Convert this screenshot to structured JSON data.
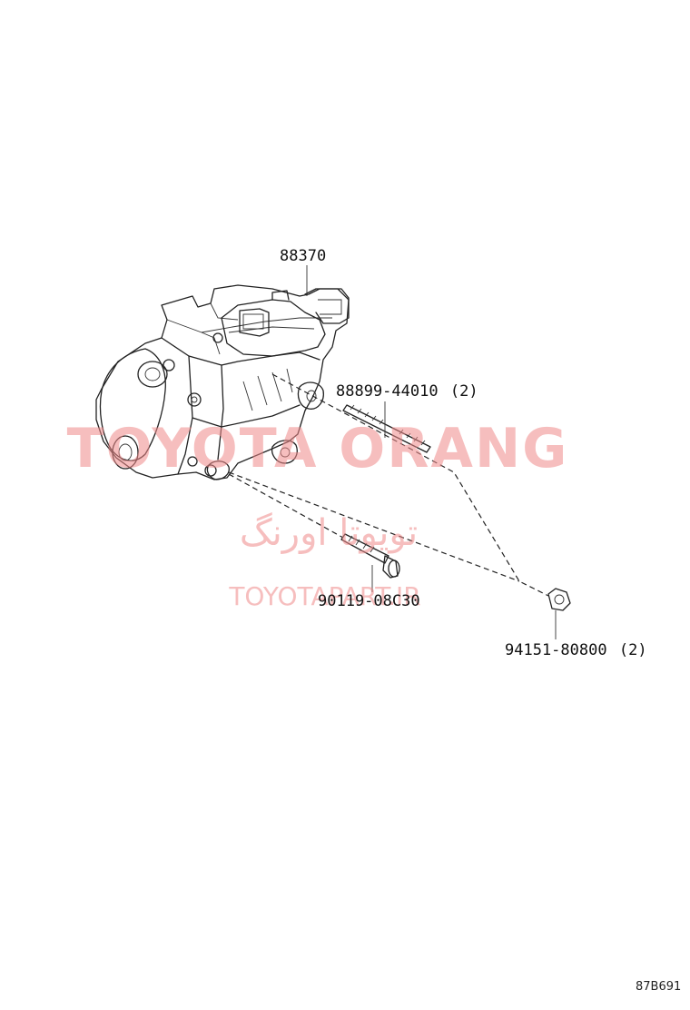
{
  "parts": {
    "compressor": "88370",
    "stud_bolt": "88899-44010",
    "stud_bolt_qty": "(2)",
    "bolt": "90119-08C30",
    "nut": "94151-80800",
    "nut_qty": "(2)"
  },
  "watermark": {
    "brand": "TOYOTA ORANG",
    "farsi": "تویوتا اورنگ",
    "site": "TOYOTAPART.IR",
    "color": "#f08a8a"
  },
  "illustration_code": "87B691"
}
